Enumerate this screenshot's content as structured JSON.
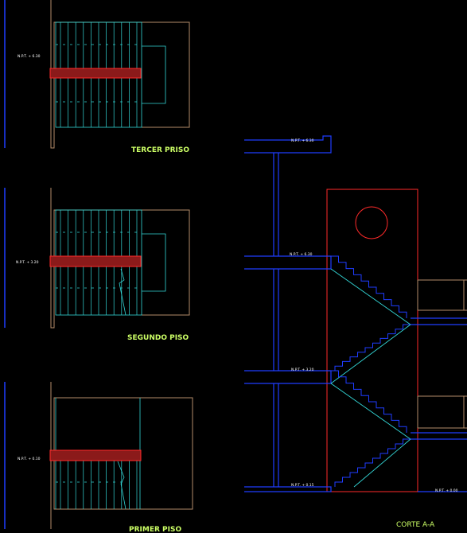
{
  "plans": {
    "third": {
      "title": "TERCER PRISO",
      "level_label": "N.P.T. + 6.30"
    },
    "second": {
      "title": "SEGUNDO PISO",
      "level_label": "N.P.T. + 3.20"
    },
    "first": {
      "title": "PRIMER PISO",
      "level_label": "N.P.T. + 0.10"
    }
  },
  "section": {
    "title": "CORTE A-A",
    "levels": [
      "N.P.T. + 6.30",
      "N.P.T. + 6.30",
      "N.P.T. + 3.20",
      "N.P.T. + 0.15",
      "N.P.T. + 0.00"
    ]
  },
  "colors": {
    "background": "#000000",
    "walls_blue": "#1f3dff",
    "cut_red": "#ff2a2a",
    "hatch_red": "#8b1a1a",
    "stair_cyan": "#33d6d6",
    "wall_tan": "#b58d6a",
    "text_green": "#ccff66"
  }
}
